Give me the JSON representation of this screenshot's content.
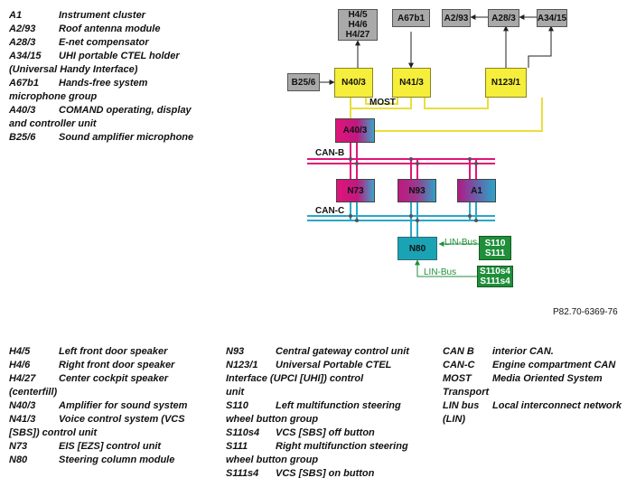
{
  "legend_left": [
    {
      "code": "A1",
      "desc": "Instrument cluster"
    },
    {
      "code": "A2/93",
      "desc": "Roof antenna module"
    },
    {
      "code": "A28/3",
      "desc": "E-net compensator"
    },
    {
      "code": "A34/15",
      "desc": "UHI portable CTEL holder"
    },
    {
      "code": "",
      "desc": "(Universal Handy Interface)"
    },
    {
      "code": "A67b1",
      "desc": "Hands-free system"
    },
    {
      "code": "",
      "desc": "microphone group"
    },
    {
      "code": "A40/3",
      "desc": "COMAND operating, display"
    },
    {
      "code": "",
      "desc": "and controller unit"
    },
    {
      "code": "B25/6",
      "desc": "Sound amplifier microphone"
    }
  ],
  "figure_ref": "P82.70-6369-76",
  "boxes": {
    "h4": [
      "H4/5",
      "H4/6",
      "H4/27"
    ],
    "a67b1": "A67b1",
    "a2_93": "A2/93",
    "a28_3": "A28/3",
    "a34_15": "A34/15",
    "b25_6": "B25/6",
    "n40_3": "N40/3",
    "n41_3": "N41/3",
    "n123_1": "N123/1",
    "a40_3": "A40/3",
    "n73": "N73",
    "n93": "N93",
    "a1": "A1",
    "n80": "N80",
    "s110": [
      "S110",
      "S111"
    ],
    "s110s4": [
      "S110s4",
      "S111s4"
    ]
  },
  "bus_labels": {
    "most": "MOST",
    "can_b": "CAN-B",
    "can_c": "CAN-C",
    "lin1": "LIN-Bus",
    "lin2": "LIN-Bus"
  },
  "colors": {
    "can_b": "#e0157a",
    "can_c": "#2aa6c9",
    "most": "#f5ee3a",
    "lin": "#1f8f3a",
    "link": "#222222"
  },
  "legend_bottom_col1": [
    {
      "code": "H4/5",
      "desc": "Left front door speaker"
    },
    {
      "code": "H4/6",
      "desc": "Right front door speaker"
    },
    {
      "code": "H4/27",
      "desc": "Center cockpit speaker"
    },
    {
      "code": "",
      "desc": "(centerfill)"
    },
    {
      "code": "N40/3",
      "desc": "Amplifier for sound system"
    },
    {
      "code": "N41/3",
      "desc": "Voice control system (VCS"
    },
    {
      "code": "",
      "desc": "[SBS]) control unit"
    },
    {
      "code": "N73",
      "desc": "EIS [EZS] control unit"
    },
    {
      "code": "N80",
      "desc": "Steering column module"
    }
  ],
  "legend_bottom_col2": [
    {
      "code": "N93",
      "desc": "Central gateway control unit"
    },
    {
      "code": "N123/1",
      "desc": "Universal Portable CTEL"
    },
    {
      "code": "",
      "desc": "Interface (UPCI [UHI]) control"
    },
    {
      "code": "",
      "desc": "unit"
    },
    {
      "code": "S110",
      "desc": "Left multifunction steering"
    },
    {
      "code": "",
      "desc": "wheel button group"
    },
    {
      "code": "S110s4",
      "desc": "VCS [SBS] off button"
    },
    {
      "code": "S111",
      "desc": "Right multifunction steering"
    },
    {
      "code": "",
      "desc": "wheel button group"
    },
    {
      "code": "S111s4",
      "desc": "VCS [SBS] on button"
    }
  ],
  "legend_bottom_col3": [
    {
      "code": "CAN B",
      "desc": "interior CAN."
    },
    {
      "code": "CAN-C",
      "desc": "Engine compartment CAN"
    },
    {
      "code": "MOST",
      "desc": "Media Oriented System"
    },
    {
      "code": "",
      "desc": "Transport"
    },
    {
      "code": "LIN bus",
      "desc": "Local interconnect network"
    },
    {
      "code": "",
      "desc": "(LIN)"
    }
  ]
}
